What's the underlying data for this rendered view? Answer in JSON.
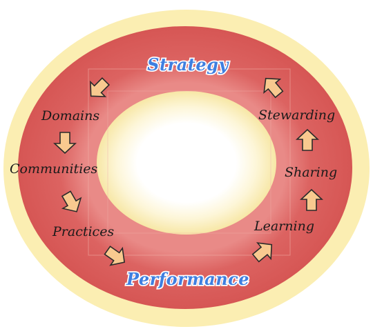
{
  "diagram": {
    "top_label": "Strategy",
    "bottom_label": "Performance",
    "left_stages": [
      "Domains",
      "Communities",
      "Practices"
    ],
    "right_stages": [
      "Stewarding",
      "Sharing",
      "Learning"
    ]
  },
  "colors": {
    "outer_ring": "#fbeeb2",
    "red_band": "#db5e5c",
    "inner_ring": "#fbeeb2",
    "arrow_fill": "#f8c98f",
    "arrow_stroke": "#2a2a2a",
    "label_blue": "#3f7fe0"
  },
  "icons": {
    "arrow": "block-arrow-icon"
  }
}
